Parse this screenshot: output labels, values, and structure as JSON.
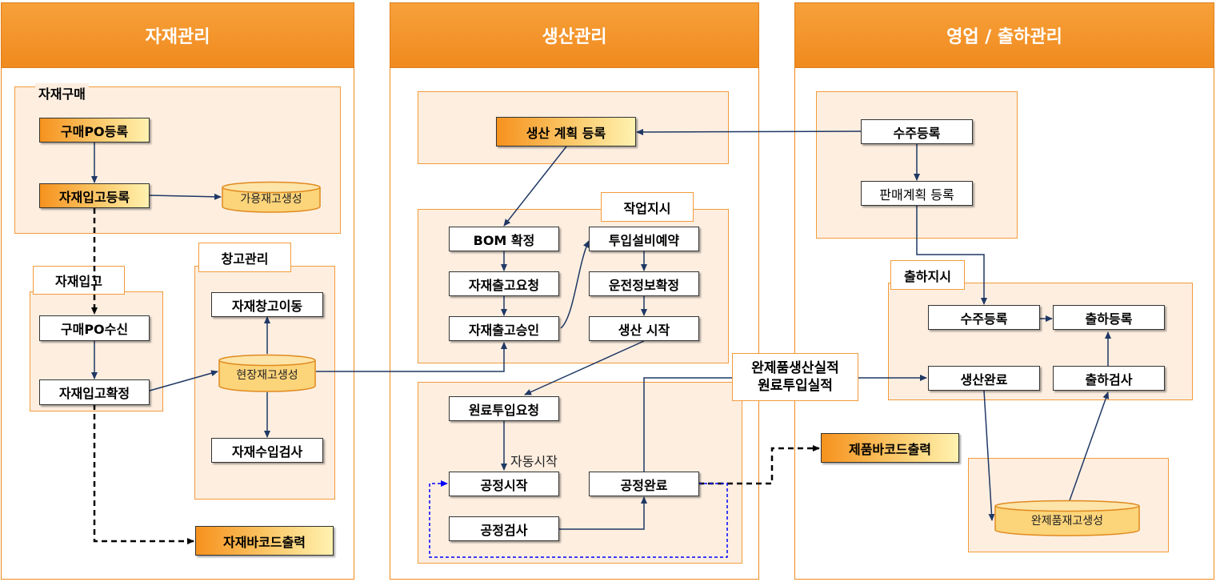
{
  "columns": {
    "material": "자재관리",
    "production": "생산관리",
    "sales": "영업 / 출하관리"
  },
  "material": {
    "purchase_group": "자재구매",
    "po_register": "구매PO등록",
    "receipt_register": "자재입고등록",
    "available_stock": "가용재고생성",
    "receipt_group": "자재입고",
    "po_receive": "구매PO수신",
    "receipt_confirm": "자재입고확정",
    "warehouse_group": "창고관리",
    "warehouse_move": "자재창고이동",
    "site_stock": "현장재고생성",
    "incoming_inspection": "자재수입검사",
    "barcode_print": "자재바코드출력"
  },
  "production": {
    "plan_register": "생산 계획 등록",
    "work_order_group": "작업지시",
    "bom_confirm": "BOM 확정",
    "material_issue_request": "자재출고요청",
    "material_issue_approve": "자재출고승인",
    "equipment_reserve": "투입설비예약",
    "operation_confirm": "운전정보확정",
    "production_start": "생산 시작",
    "raw_material_request": "원료투입요청",
    "auto_start": "자동시작",
    "process_start": "공정시작",
    "process_complete": "공정완료",
    "process_inspection": "공정검사",
    "results_line1": "완제품생산실적",
    "results_line2": "원료투입실적",
    "product_barcode": "제품바코드출력"
  },
  "sales": {
    "order_register": "수주등록",
    "sales_plan": "판매계획 등록",
    "shipping_group": "출하지시",
    "order_register2": "수주등록",
    "shipping_register": "출하등록",
    "production_complete": "생산완료",
    "shipping_inspection": "출하검사",
    "finished_stock": "완제품재고생성"
  },
  "colors": {
    "header_orange": "#f08a1e",
    "group_fill": "#fdeee0",
    "arrow_navy": "#1f3864",
    "dashed_black": "#000000",
    "dashed_blue": "#0000ff"
  }
}
